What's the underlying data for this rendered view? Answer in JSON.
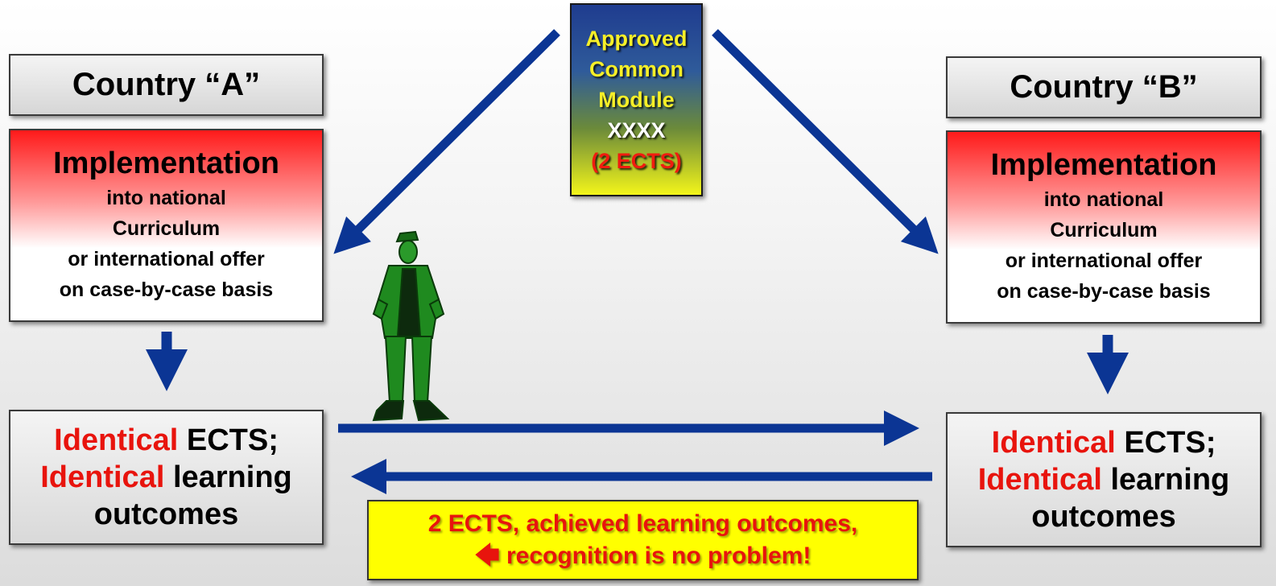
{
  "module": {
    "line1": "Approved",
    "line2": "Common",
    "line3": "Module",
    "code": "XXXX",
    "credits": "(2 ECTS)"
  },
  "country_a": {
    "title": "Country “A”",
    "impl_title": "Implementation",
    "impl_lines": [
      "into national",
      "Curriculum",
      "or international offer",
      "on case-by-case basis"
    ],
    "ident_word": "Identical",
    "ident_line1_rest": " ECTS;",
    "ident_line2_rest": " learning",
    "ident_line3": "outcomes"
  },
  "country_b": {
    "title": "Country “B”",
    "impl_title": "Implementation",
    "impl_lines": [
      "into national",
      "Curriculum",
      "or international offer",
      "on case-by-case basis"
    ],
    "ident_word": "Identical",
    "ident_line1_rest": " ECTS;",
    "ident_line2_rest": " learning",
    "ident_line3": "outcomes"
  },
  "note": {
    "line1": "2 ECTS, achieved learning outcomes,",
    "line2": "🡄 recognition is no problem!"
  },
  "colors": {
    "arrow": "#0b3594",
    "red_text": "#e8140d",
    "note_bg": "#ffff00",
    "soldier": "#1f8a1f"
  }
}
